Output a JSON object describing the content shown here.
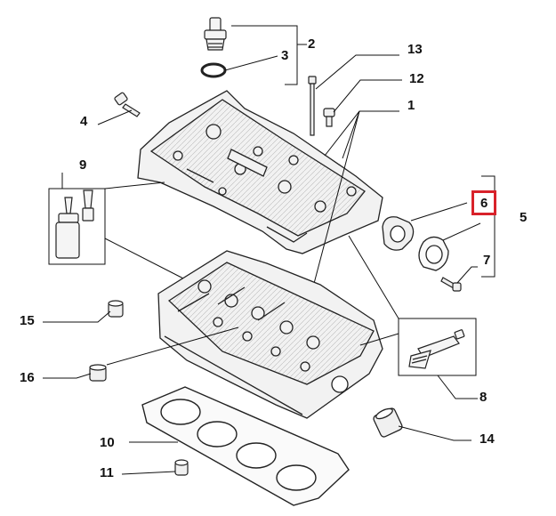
{
  "callouts": {
    "n1": "1",
    "n2": "2",
    "n3": "3",
    "n4": "4",
    "n5": "5",
    "n6": "6",
    "n7": "7",
    "n8": "8",
    "n9": "9",
    "n10": "10",
    "n11": "11",
    "n12": "12",
    "n13": "13",
    "n14": "14",
    "n15": "15",
    "n16": "16"
  },
  "selected_callout": "6",
  "colors": {
    "selection": "#d8222a",
    "line": "#111111",
    "part_fill": "#f2f2f2",
    "part_stroke": "#222222"
  }
}
